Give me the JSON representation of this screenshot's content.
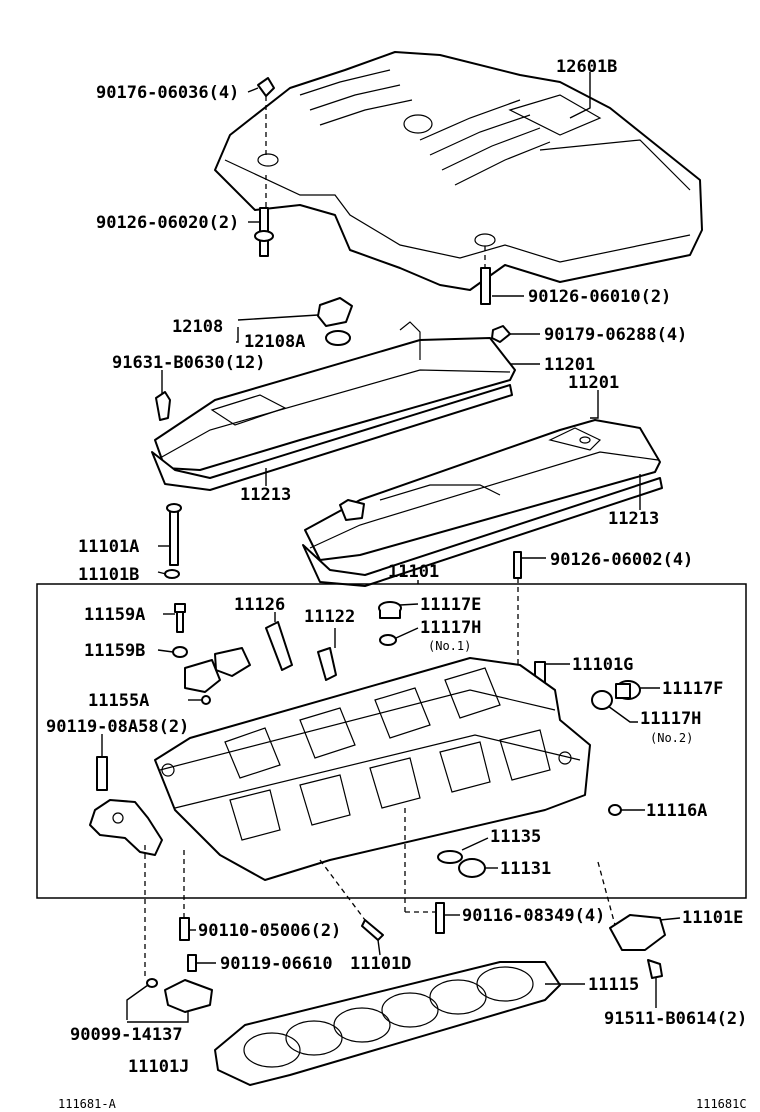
{
  "labels": {
    "p12601B": "12601B",
    "p90176": "90176-06036(4)",
    "p90126_06020": "90126-06020(2)",
    "p90126_06010": "90126-06010(2)",
    "p12108": "12108",
    "p12108A": "12108A",
    "p90179": "90179-06288(4)",
    "p91631": "91631-B0630(12)",
    "p11201a": "11201",
    "p11201b": "11201",
    "p11213a": "11213",
    "p11213b": "11213",
    "p11101A": "11101A",
    "p11101B": "11101B",
    "p11101": "11101",
    "p90126_06002": "90126-06002(4)",
    "p11159A": "11159A",
    "p11126": "11126",
    "p11122": "11122",
    "p11117E": "11117E",
    "p11117H1": "11117H",
    "no1": "(No.1)",
    "p11159B": "11159B",
    "p11101G": "11101G",
    "p11155A": "11155A",
    "p11117F": "11117F",
    "p90119_08A58": "90119-08A58(2)",
    "p11117H2": "11117H",
    "no2": "(No.2)",
    "p11116A": "11116A",
    "p11135": "11135",
    "p11131": "11131",
    "p90110": "90110-05006(2)",
    "p90116": "90116-08349(4)",
    "p11101E": "11101E",
    "p90119_06610": "90119-06610",
    "p11101D": "11101D",
    "p11115": "11115",
    "p90099": "90099-14137",
    "p91511": "91511-B0614(2)",
    "p11101J": "11101J",
    "footer_left": "111681-A",
    "footer_right": "111681C"
  }
}
